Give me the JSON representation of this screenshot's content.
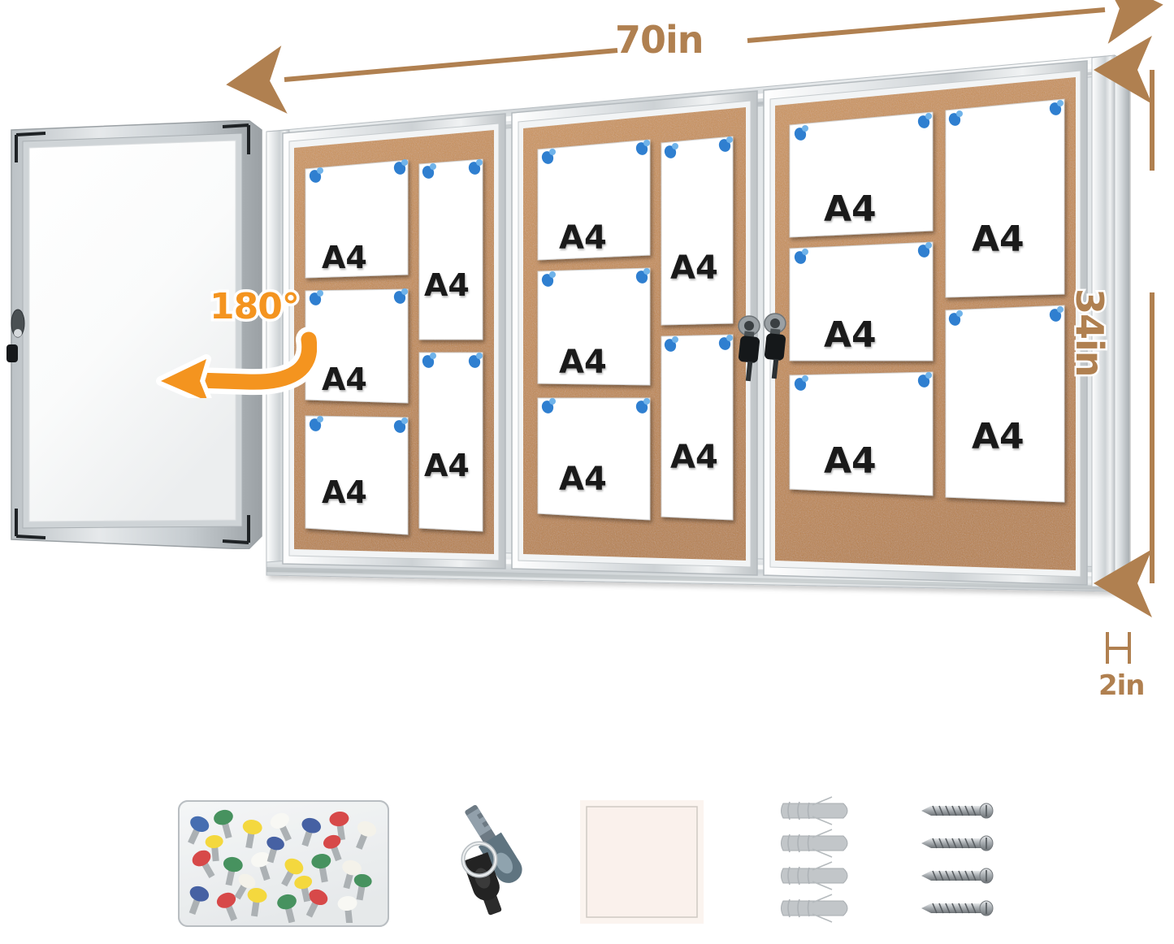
{
  "product": {
    "name": "enclosed-cork-bulletin-board-cabinet",
    "doors": 3,
    "board_surface": "cork",
    "frame_material": "aluminum"
  },
  "dimensions": {
    "width": {
      "label": "70in",
      "icon": "double-arrow-horizontal"
    },
    "height": {
      "label": "34in",
      "icon": "double-arrow-vertical"
    },
    "depth": {
      "label": "2in",
      "icon": "depth-marker-h"
    }
  },
  "rotation_callout": {
    "label": "180°",
    "icon": "curved-arrow-left",
    "accent_color": "#f4941f"
  },
  "colors": {
    "dimension_tan": "#b08050",
    "cork": "#c68b50",
    "frame_silver": "#d8dbdd",
    "pushpin_blue": "#2f7fd0",
    "accent_orange": "#f4941f",
    "paper_white": "#ffffff"
  },
  "sheets": {
    "label": "A4",
    "count_total": 15,
    "per_door": 5,
    "layout": "3 landscape left column, 2 portrait right column"
  },
  "doors": [
    {
      "name": "door-left",
      "sheets": [
        {
          "orientation": "landscape",
          "label": "A4"
        },
        {
          "orientation": "landscape",
          "label": "A4"
        },
        {
          "orientation": "landscape",
          "label": "A4"
        },
        {
          "orientation": "portrait",
          "label": "A4"
        },
        {
          "orientation": "portrait",
          "label": "A4"
        }
      ]
    },
    {
      "name": "door-center",
      "sheets": [
        {
          "orientation": "landscape",
          "label": "A4"
        },
        {
          "orientation": "landscape",
          "label": "A4"
        },
        {
          "orientation": "landscape",
          "label": "A4"
        },
        {
          "orientation": "portrait",
          "label": "A4"
        },
        {
          "orientation": "portrait",
          "label": "A4"
        }
      ]
    },
    {
      "name": "door-right",
      "sheets": [
        {
          "orientation": "landscape",
          "label": "A4"
        },
        {
          "orientation": "landscape",
          "label": "A4"
        },
        {
          "orientation": "landscape",
          "label": "A4"
        },
        {
          "orientation": "portrait",
          "label": "A4"
        },
        {
          "orientation": "portrait",
          "label": "A4"
        }
      ]
    }
  ],
  "open_door": {
    "name": "open-door-panel",
    "state": "open-180-degrees",
    "glass": "white",
    "lock": "cylinder-lock"
  },
  "locks": {
    "count": 2,
    "keys_inserted": true
  },
  "accessories": [
    {
      "name": "pushpin-box",
      "description": "box of assorted color pushpins"
    },
    {
      "name": "keys",
      "description": "two keys on a ring"
    },
    {
      "name": "cleaning-cloth",
      "description": "cleaning cloth square"
    },
    {
      "name": "wall-anchors",
      "description": "wall anchors",
      "count": 4
    },
    {
      "name": "screws",
      "description": "mounting screws",
      "count": 4
    }
  ]
}
